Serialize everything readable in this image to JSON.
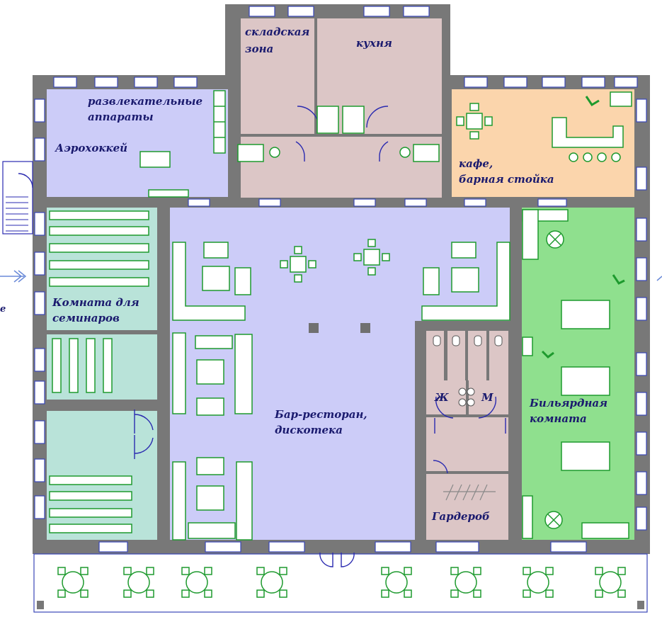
{
  "rooms": {
    "storage": "складская\nзона",
    "kitchen": "кухня",
    "arcade": "развлекательные\nаппараты",
    "air_hockey": "Аэрохоккей",
    "cafe": "кафе,\nбарная стойка",
    "seminar": "Комната для\nсеминаров",
    "bar": "Бар-ресторан,\nдискотека",
    "billiard": "Бильярдная\nкомната",
    "wc_women": "Ж",
    "wc_men": "М",
    "cloakroom": "Гардероб"
  },
  "colors": {
    "wall": "#787878",
    "storage_kitchen": "#dcc6c6",
    "lavender": "#ccccf8",
    "cafe": "#fbd5ac",
    "seminar": "#b9e3d9",
    "billiard": "#8fe08e",
    "furniture": "#1e9a2e",
    "window": "#3a46b8",
    "text": "#1a1a6e"
  }
}
